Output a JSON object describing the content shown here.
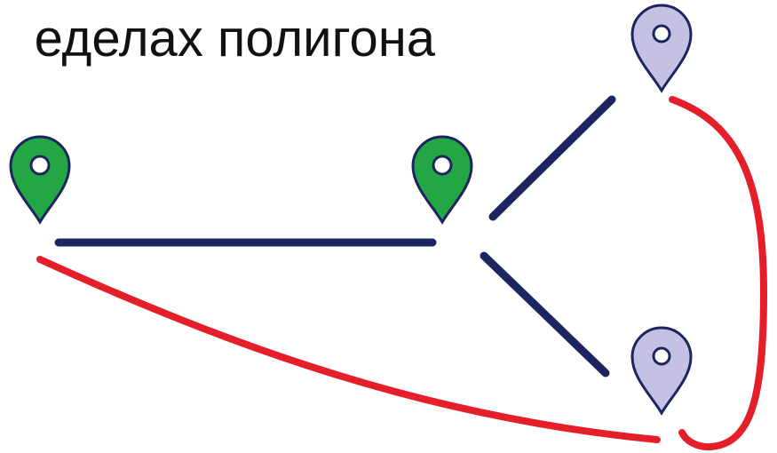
{
  "title": "еделах полигона",
  "colors": {
    "route_line": "#1c2560",
    "perimeter": "#e51f2a",
    "pin_green_fill": "#23a744",
    "pin_purple_fill": "#c5c1e3",
    "pin_outline": "#1c2560",
    "pin_hole": "#ffffff"
  },
  "markers": [
    {
      "id": "pin-green-left",
      "color": "green",
      "icon": "map-pin-icon"
    },
    {
      "id": "pin-green-center",
      "color": "green",
      "icon": "map-pin-icon"
    },
    {
      "id": "pin-purple-top",
      "color": "purple",
      "icon": "map-pin-icon"
    },
    {
      "id": "pin-purple-bottom",
      "color": "purple",
      "icon": "map-pin-icon"
    }
  ]
}
